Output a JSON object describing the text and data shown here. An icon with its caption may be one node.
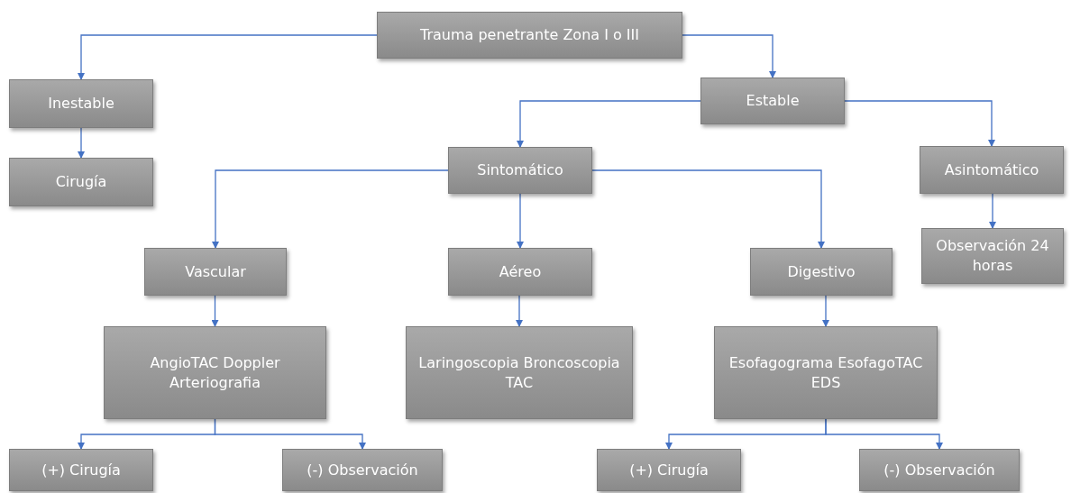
{
  "diagram": {
    "nodes": [
      {
        "text": [
          "Trauma penetrante Zona I o III"
        ]
      },
      {
        "text": [
          "Inestable"
        ]
      },
      {
        "text": [
          "Estable"
        ]
      },
      {
        "text": [
          "Cirugía"
        ]
      },
      {
        "text": [
          "Sintomático"
        ]
      },
      {
        "text": [
          "Asintomático"
        ]
      },
      {
        "text": [
          "Observación 24 horas"
        ]
      },
      {
        "text": [
          "Vascular"
        ]
      },
      {
        "text": [
          "Aéreo"
        ]
      },
      {
        "text": [
          "Digestivo"
        ]
      },
      {
        "text": [
          "AngioTAC Doppler Arteriografia"
        ]
      },
      {
        "text": [
          "Laringoscopia Broncoscopia TAC"
        ]
      },
      {
        "text": [
          "Esofagograma EsofagoTAC EDS"
        ]
      },
      {
        "text": [
          "(+) Cirugía"
        ]
      },
      {
        "text": [
          "(-) Observación"
        ]
      },
      {
        "text": [
          "(+) Cirugía"
        ]
      },
      {
        "text": [
          "(-) Observación"
        ]
      }
    ],
    "edges": [
      {
        "from": 0,
        "to": 1,
        "arrow": "to"
      },
      {
        "from": 0,
        "to": 2,
        "arrow": "to"
      },
      {
        "from": 1,
        "to": 3,
        "arrow": "to"
      },
      {
        "from": 2,
        "to": 4,
        "arrow": "to"
      },
      {
        "from": 2,
        "to": 5,
        "arrow": "to"
      },
      {
        "from": 5,
        "to": 6,
        "arrow": "to"
      },
      {
        "from": 4,
        "to": 7,
        "arrow": "to"
      },
      {
        "from": 4,
        "to": 8,
        "arrow": "to"
      },
      {
        "from": 4,
        "to": 9,
        "arrow": "to"
      },
      {
        "from": 7,
        "to": 10,
        "arrow": "to"
      },
      {
        "from": 8,
        "to": 11,
        "arrow": "to"
      },
      {
        "from": 9,
        "to": 12,
        "arrow": "to"
      },
      {
        "from": 10,
        "to": 13,
        "arrow": "to"
      },
      {
        "from": 10,
        "to": 14,
        "arrow": "to"
      },
      {
        "from": 12,
        "to": 15,
        "arrow": "to"
      },
      {
        "from": 12,
        "to": 16,
        "arrow": "to"
      }
    ]
  }
}
